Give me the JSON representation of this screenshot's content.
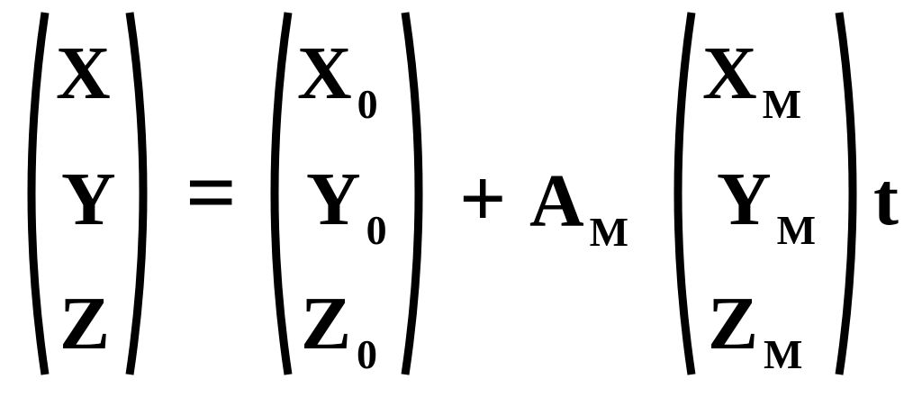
{
  "equation": {
    "lhs": {
      "rows": [
        {
          "var": "X",
          "sub": ""
        },
        {
          "var": "Y",
          "sub": ""
        },
        {
          "var": "Z",
          "sub": ""
        }
      ]
    },
    "equals": "=",
    "origin": {
      "rows": [
        {
          "var": "X",
          "sub": "0"
        },
        {
          "var": "Y",
          "sub": "0"
        },
        {
          "var": "Z",
          "sub": "0"
        }
      ]
    },
    "plus": "+",
    "matrix": {
      "var": "A",
      "sub": "M"
    },
    "direction": {
      "rows": [
        {
          "var": "X",
          "sub": "M"
        },
        {
          "var": "Y",
          "sub": "M"
        },
        {
          "var": "Z",
          "sub": "M"
        }
      ]
    },
    "param": "t"
  }
}
